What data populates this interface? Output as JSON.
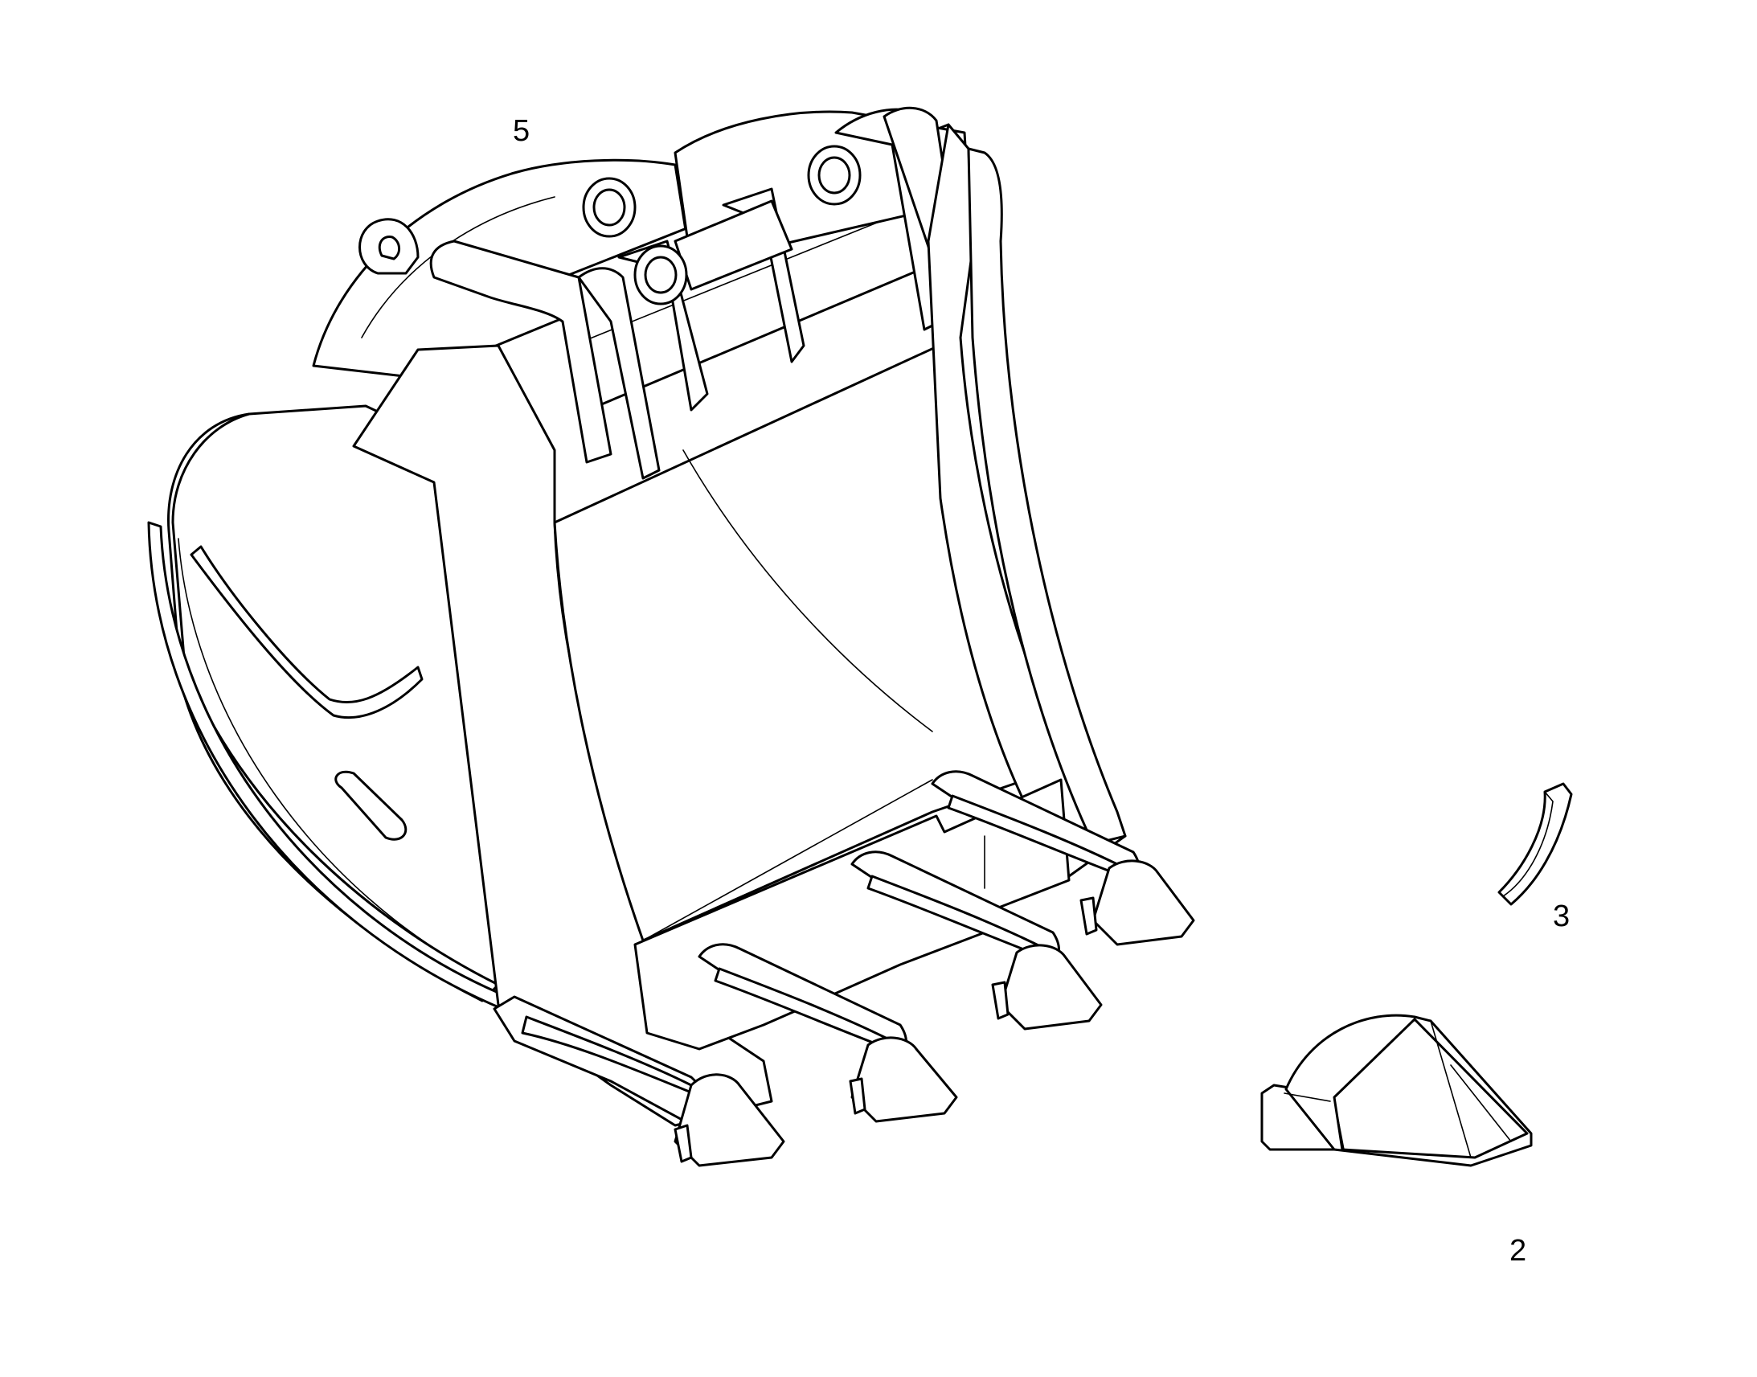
{
  "callouts": {
    "bucket": "5",
    "lock_pin": "3",
    "tooth_tip": "2"
  },
  "colors": {
    "line": "#000000",
    "background": "#ffffff"
  }
}
